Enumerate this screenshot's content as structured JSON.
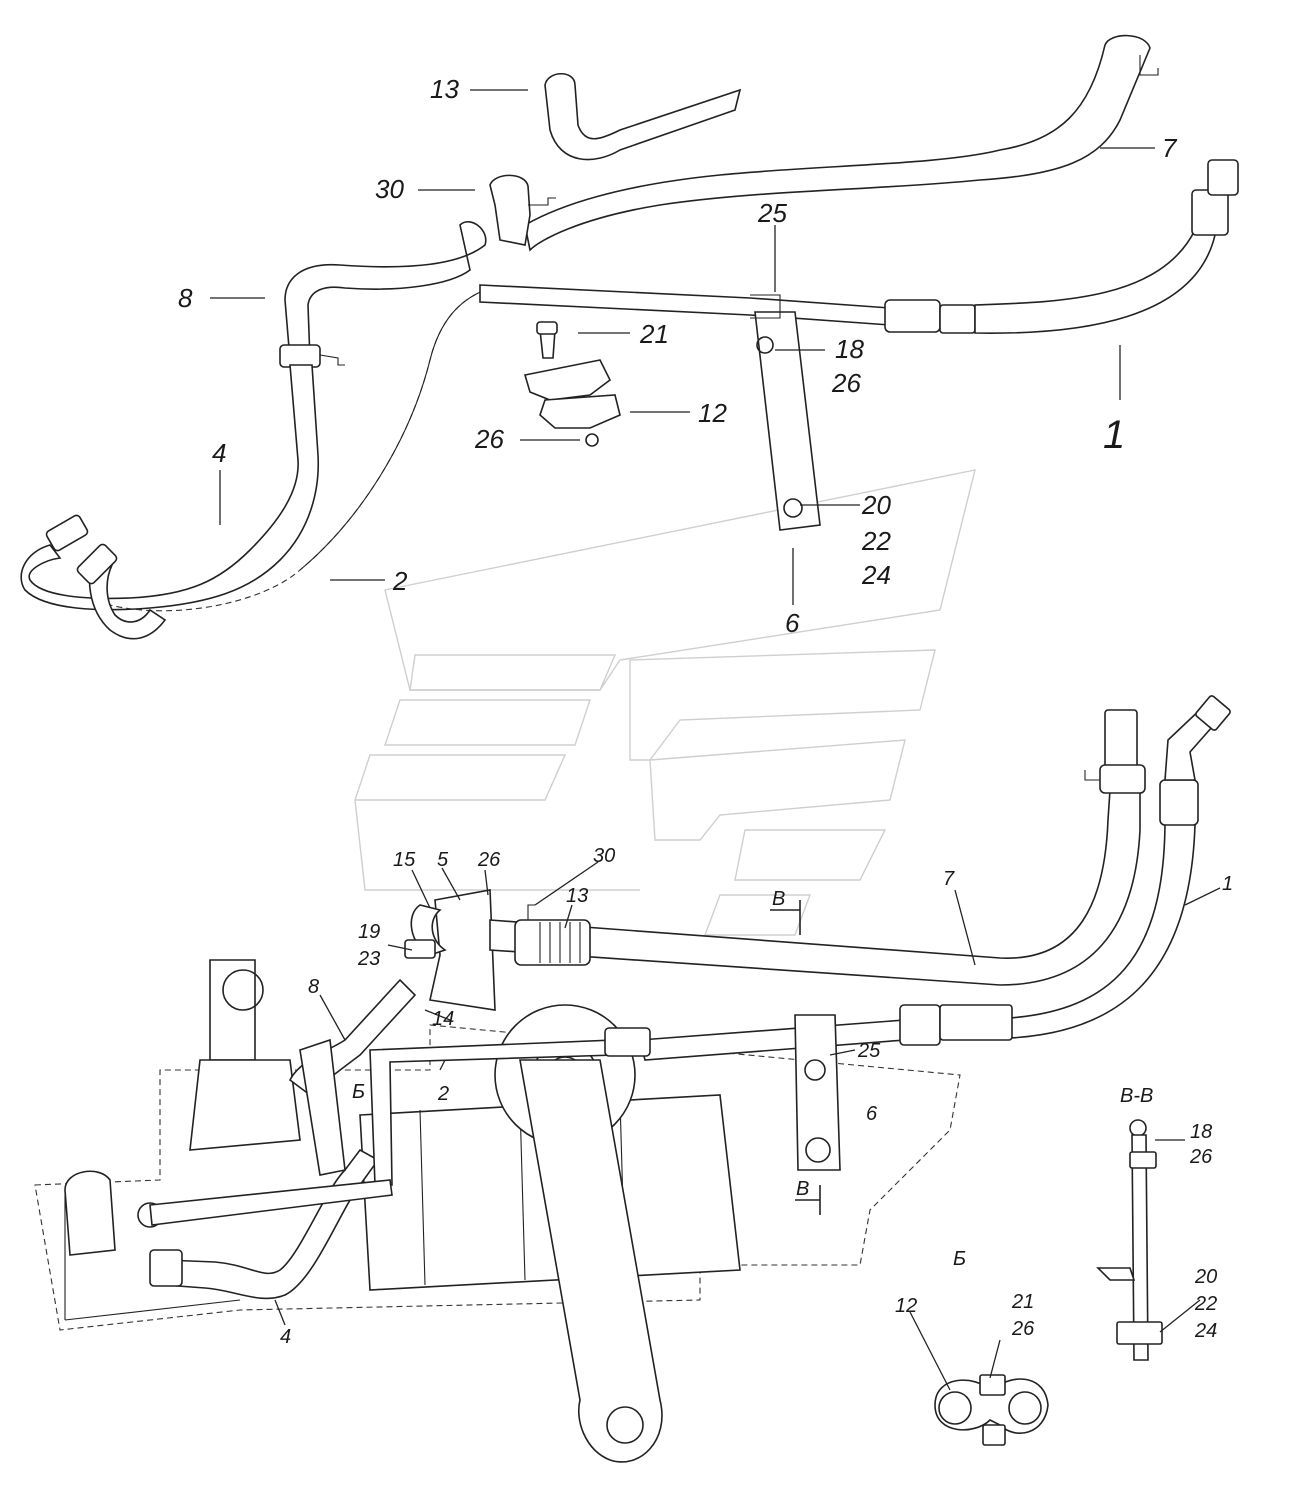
{
  "figure": {
    "upper_assembly": {
      "callouts": [
        {
          "id": "c13",
          "text": "13"
        },
        {
          "id": "c7",
          "text": "7"
        },
        {
          "id": "c30",
          "text": "30"
        },
        {
          "id": "c25",
          "text": "25"
        },
        {
          "id": "c8",
          "text": "8"
        },
        {
          "id": "c21",
          "text": "21"
        },
        {
          "id": "c18",
          "text": "18"
        },
        {
          "id": "c26a",
          "text": "26"
        },
        {
          "id": "c12",
          "text": "12"
        },
        {
          "id": "c26b",
          "text": "26"
        },
        {
          "id": "c1",
          "text": "1"
        },
        {
          "id": "c4",
          "text": "4"
        },
        {
          "id": "c20",
          "text": "20"
        },
        {
          "id": "c22",
          "text": "22"
        },
        {
          "id": "c24",
          "text": "24"
        },
        {
          "id": "c2",
          "text": "2"
        },
        {
          "id": "c6",
          "text": "6"
        }
      ]
    },
    "lower_assembly": {
      "callouts": [
        {
          "id": "l15",
          "text": "15"
        },
        {
          "id": "l5",
          "text": "5"
        },
        {
          "id": "l26",
          "text": "26"
        },
        {
          "id": "l30",
          "text": "30"
        },
        {
          "id": "l13",
          "text": "13"
        },
        {
          "id": "l7",
          "text": "7"
        },
        {
          "id": "l1",
          "text": "1"
        },
        {
          "id": "l19",
          "text": "19"
        },
        {
          "id": "l23",
          "text": "23"
        },
        {
          "id": "l8",
          "text": "8"
        },
        {
          "id": "l14",
          "text": "14"
        },
        {
          "id": "l25",
          "text": "25"
        },
        {
          "id": "lB",
          "text": "Б"
        },
        {
          "id": "l2",
          "text": "2"
        },
        {
          "id": "l6",
          "text": "6"
        },
        {
          "id": "l4",
          "text": "4"
        },
        {
          "id": "lV1",
          "text": "В"
        },
        {
          "id": "lV2",
          "text": "В"
        }
      ]
    },
    "section_b": {
      "title": "Б",
      "callouts": [
        {
          "id": "b12",
          "text": "12"
        },
        {
          "id": "b21",
          "text": "21"
        },
        {
          "id": "b26",
          "text": "26"
        }
      ]
    },
    "section_vv": {
      "title": "В-В",
      "callouts": [
        {
          "id": "v18",
          "text": "18"
        },
        {
          "id": "v26",
          "text": "26"
        },
        {
          "id": "v20",
          "text": "20"
        },
        {
          "id": "v22",
          "text": "22"
        },
        {
          "id": "v24",
          "text": "24"
        }
      ]
    }
  },
  "colors": {
    "line": "#222222",
    "watermark": "#cfcfcf",
    "background": "#ffffff"
  }
}
